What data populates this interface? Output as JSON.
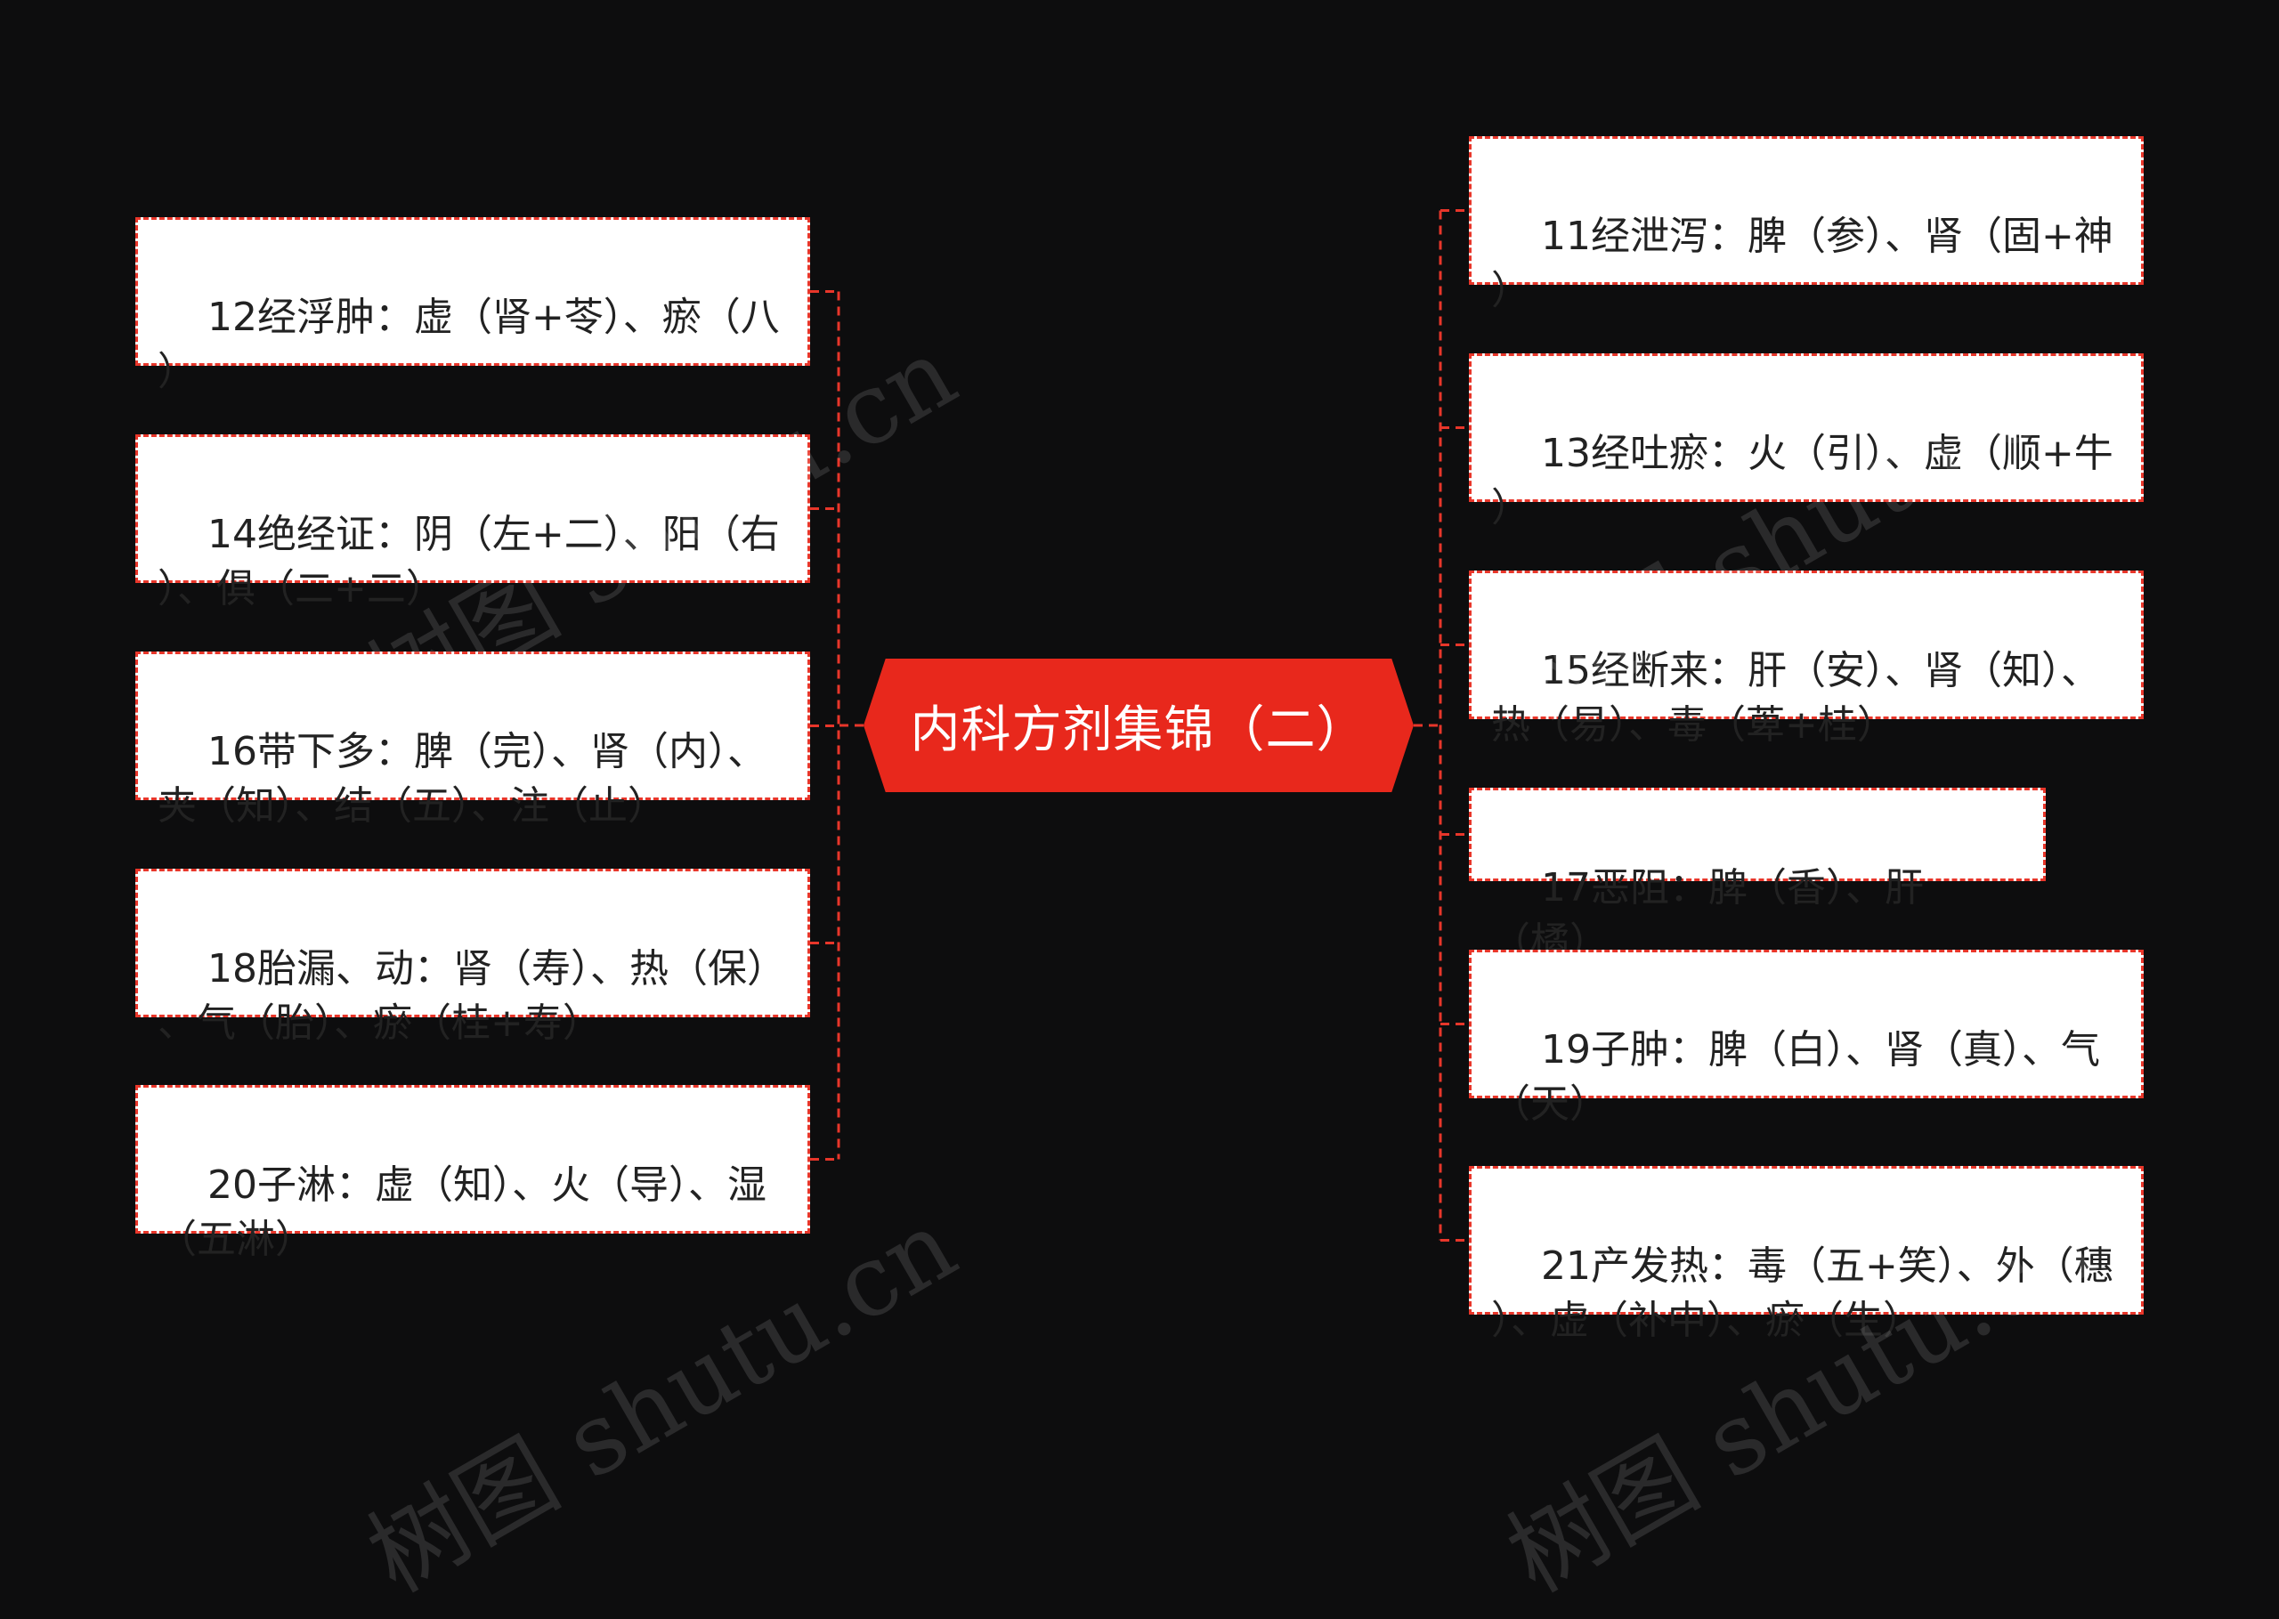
{
  "center": {
    "label": "内科方剂集锦（二）"
  },
  "colors": {
    "background": "#0d0d0e",
    "accent": "#e8362a",
    "center_fill": "#e8281c",
    "node_fill": "#ffffff",
    "text": "#222222"
  },
  "left_branches": [
    {
      "text": "12经浮肿：虚（肾+苓）、瘀（八\n）"
    },
    {
      "text": "14绝经证：阴（左+二）、阳（右\n）、俱（二+二）"
    },
    {
      "text": "16带下多：脾（完）、肾（内）、\n夹（知）、结（五）、注（止）"
    },
    {
      "text": "18胎漏、动：肾（寿）、热（保）\n、气（胎）、瘀（桂+寿）"
    },
    {
      "text": "20子淋：虚（知）、火（导）、湿\n（五淋）"
    }
  ],
  "right_branches": [
    {
      "text": "11经泄泻：脾（参）、肾（固+神\n）"
    },
    {
      "text": "13经吐瘀：火（引）、虚（顺+牛\n）"
    },
    {
      "text": "15经断来：肝（安）、肾（知）、\n热（易）、毒（萆+桂）"
    },
    {
      "text": "17恶阻：脾（香）、肝（橘）"
    },
    {
      "text": "19子肿：脾（白）、肾（真）、气\n（天）"
    },
    {
      "text": "21产发热：毒（五+笑）、外（穗\n）、虚（补中）、瘀（生）"
    }
  ],
  "watermarks": [
    "树图 shutu.cn",
    "树图 shutu.cn",
    "树图 shutu.cn",
    "树图 shutu.cn"
  ]
}
